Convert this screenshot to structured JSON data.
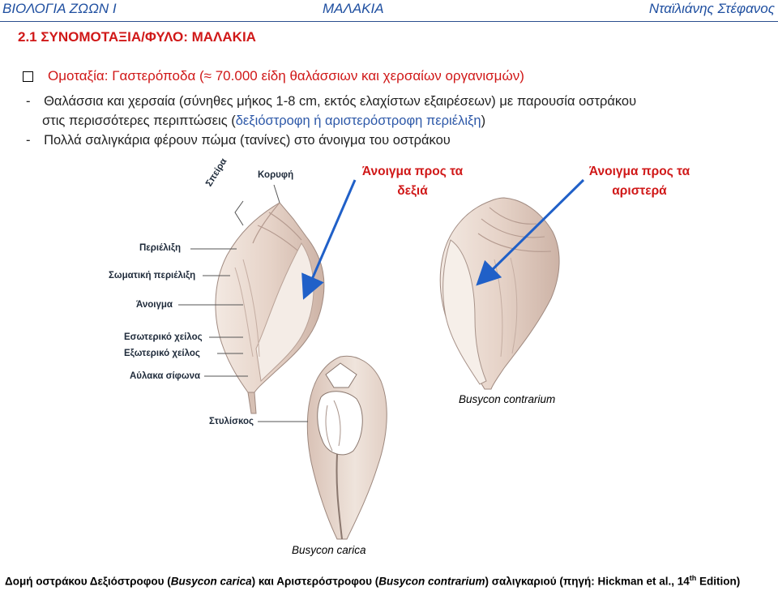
{
  "header": {
    "left": "ΒΙΟΛΟΓΙΑ ΖΩΩΝ Ι",
    "center": "ΜΑΛΑΚΙΑ",
    "right": "Νταϊλιάνης Στέφανος"
  },
  "section_title": "2.1  ΣΥΝΟΜΟΤΑΞΙΑ/ΦΥΛΟ: ΜΑΛΑΚΙΑ",
  "subheading": "Ομοταξία: Γαστερόποδα (≈ 70.000 είδη θαλάσσιων και χερσαίων οργανισμών)",
  "bullets": {
    "b1_dash": "-",
    "b1_line1": "Θαλάσσια και χερσαία (σύνηθες μήκος 1-8 cm, εκτός ελαχίστων εξαιρέσεων) με παρουσία οστράκου",
    "b1_line2_start": "στις περισσότερες περιπτώσεις (",
    "b1_line2_blue": "δεξιόστροφη ή αριστερόστροφη περιέλιξη",
    "b1_line2_end": ")",
    "b2_dash": "-",
    "b2_text": "Πολλά σαλιγκάρια φέρουν πώμα (τανίνες) στο άνοιγμα του οστράκου"
  },
  "annotations": {
    "right_opening_l1": "Άνοιγμα προς τα",
    "right_opening_l2": "δεξιά",
    "left_opening_l1": "Άνοιγμα προς τα",
    "left_opening_l2": "αριστερά"
  },
  "shell_labels": {
    "spira": "Σπείρα",
    "koryfi": "Κορυφή",
    "perielixi": "Περιέλιξη",
    "somatiki": "Σωματική περιέλιξη",
    "anoigma": "Άνοιγμα",
    "esoteriko": "Εσωτερικό χείλος",
    "exoteriko": "Εξωτερικό χείλος",
    "aulaka": "Αύλακα σίφωνα",
    "stuliskos": "Στυλίσκος"
  },
  "captions": {
    "contrarium": "Busycon contrarium",
    "carica": "Busycon carica"
  },
  "footer": {
    "p1": "Δομή οστράκου Δεξιόστροφου (",
    "p2": "Busycon carica",
    "p3": ") και Αριστερόστροφου (",
    "p4": "Busycon contrarium",
    "p5": ") σαλιγκαριού (πηγή: Hickman et al., 14",
    "p6": "th",
    "p7": " Edition)"
  },
  "colors": {
    "accent_red": "#d01818",
    "title_blue": "#1f4fa0",
    "arrow_blue": "#2060c8"
  }
}
